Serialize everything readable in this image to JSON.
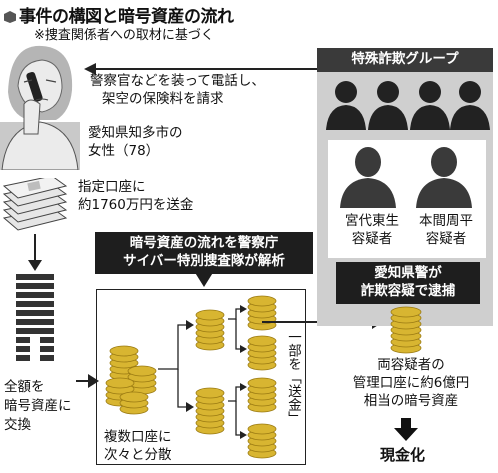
{
  "title": "事件の構図と暗号資産の流れ",
  "subtitle": "※捜査関係者への取材に基づく",
  "fraud_call": {
    "line1": "警察官などを装って電話し、",
    "line2": "架空の保険料を請求"
  },
  "victim": {
    "line1": "愛知県知多市の",
    "line2": "女性（78）"
  },
  "transfer": {
    "line1": "指定口座に",
    "line2": "約1760万円を送金"
  },
  "convert": {
    "line1": "全額を",
    "line2": "暗号資産に",
    "line3": "交換"
  },
  "analysis_banner": {
    "line1": "暗号資産の流れを警察庁",
    "line2": "サイバー特別捜査隊が解析"
  },
  "multiple_accounts": {
    "line1": "複数口座に",
    "line2": "次々と分散"
  },
  "partial_send": "一部を「送金」",
  "group_header": "特殊詐欺グループ",
  "suspects": [
    {
      "line1": "宮代東生",
      "line2": "容疑者"
    },
    {
      "line1": "本間周平",
      "line2": "容疑者"
    }
  ],
  "arrest_banner": {
    "line1": "愛知県警が",
    "line2": "詐欺容疑で逮捕"
  },
  "managed_account": {
    "line1": "両容疑者の",
    "line2": "管理口座に約6億円",
    "line3": "相当の暗号資産"
  },
  "cash_out": "現金化",
  "colors": {
    "banner": "#1e1e1e",
    "panel": "#cfcfcf",
    "coin": "#d8b531",
    "coin_edge": "#b8941c"
  }
}
